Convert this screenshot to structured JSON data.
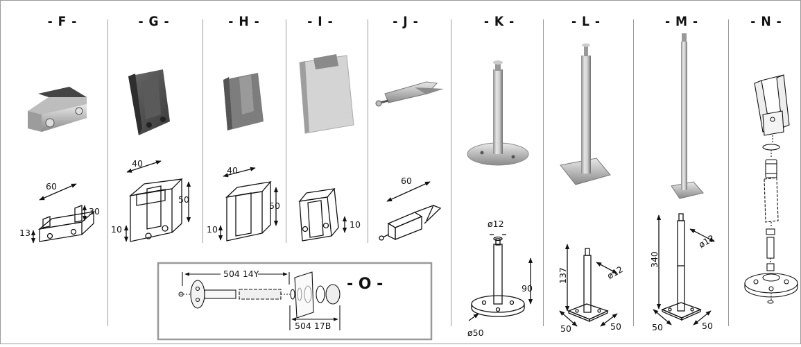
{
  "columns": [
    {
      "label": "- F -"
    },
    {
      "label": "- G -"
    },
    {
      "label": "- H -"
    },
    {
      "label": "- I -"
    },
    {
      "label": "- J -"
    },
    {
      "label": "- K -"
    },
    {
      "label": "- L -"
    },
    {
      "label": "- M -"
    },
    {
      "label": "- N -"
    }
  ],
  "dimensions": {
    "F": {
      "width": "60",
      "height": "30",
      "slot": "13"
    },
    "G": {
      "depth": "40",
      "height": "50",
      "slot": "10"
    },
    "H": {
      "depth": "40",
      "height": "50",
      "slot": "10"
    },
    "I": {
      "slot": "10"
    },
    "J": {
      "length": "60"
    },
    "K": {
      "pin": "ø12",
      "height": "90",
      "base": "ø50"
    },
    "L": {
      "height": "137",
      "pin": "ø12",
      "base_w": "50",
      "base_d": "50"
    },
    "M": {
      "height": "340",
      "pin": "ø12",
      "base_w": "50",
      "base_d": "50"
    }
  },
  "assembly": {
    "label": "- O -",
    "part_long": "504 14Y",
    "part_short": "504 17B"
  }
}
